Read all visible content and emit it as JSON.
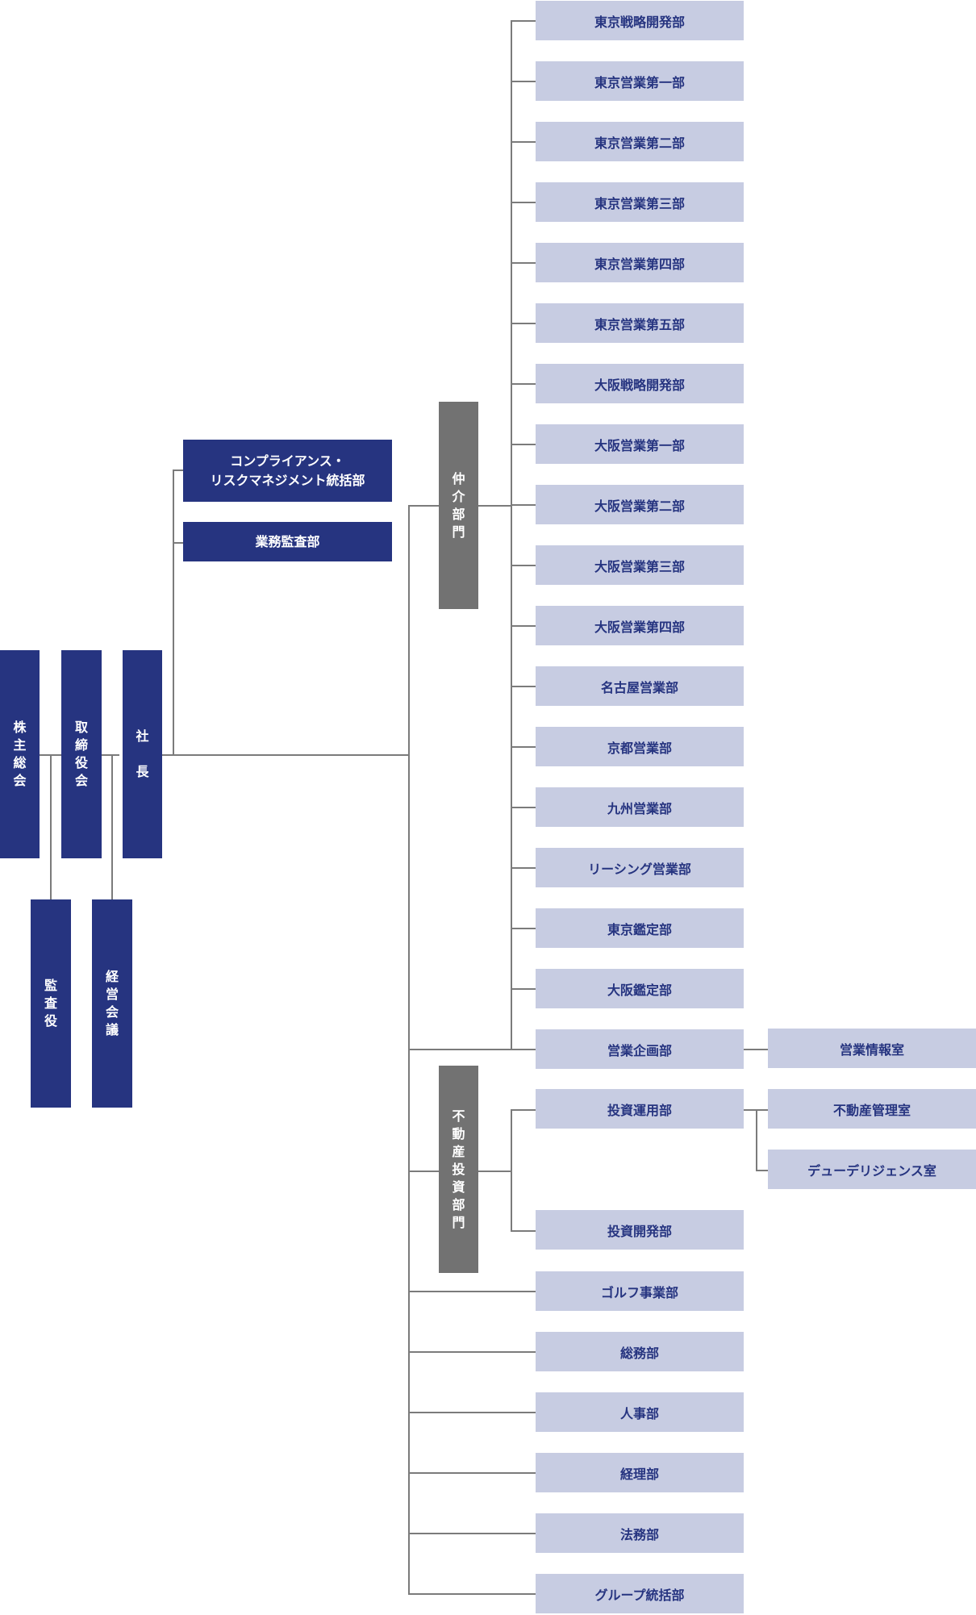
{
  "colors": {
    "primary": "#263480",
    "division": "#727272",
    "department": "#c7cce2",
    "connector": "#7b7b7b"
  },
  "governance": {
    "shareholders_meeting": "株主総会",
    "board_of_directors": "取締役会",
    "president": "社長",
    "auditor": "監査役",
    "management_council": "経営会議"
  },
  "staff": {
    "compliance": "コンプライアンス・\nリスクマネジメント統括部",
    "internal_audit": "業務監査部"
  },
  "brokerage": {
    "label": "仲介部門",
    "departments": [
      "東京戦略開発部",
      "東京営業第一部",
      "東京営業第二部",
      "東京営業第三部",
      "東京営業第四部",
      "東京営業第五部",
      "大阪戦略開発部",
      "大阪営業第一部",
      "大阪営業第二部",
      "大阪営業第三部",
      "大阪営業第四部",
      "名古屋営業部",
      "京都営業部",
      "九州営業部",
      "リーシング営業部",
      "東京鑑定部",
      "大阪鑑定部",
      "営業企画部"
    ],
    "sales_planning_office": "営業情報室"
  },
  "investment": {
    "label": "不動産投資部門",
    "asset_management": "投資運用部",
    "asset_management_offices": [
      "不動産管理室",
      "デューデリジェンス室"
    ],
    "development": "投資開発部"
  },
  "corporate": [
    "ゴルフ事業部",
    "総務部",
    "人事部",
    "経理部",
    "法務部",
    "グループ統括部"
  ]
}
